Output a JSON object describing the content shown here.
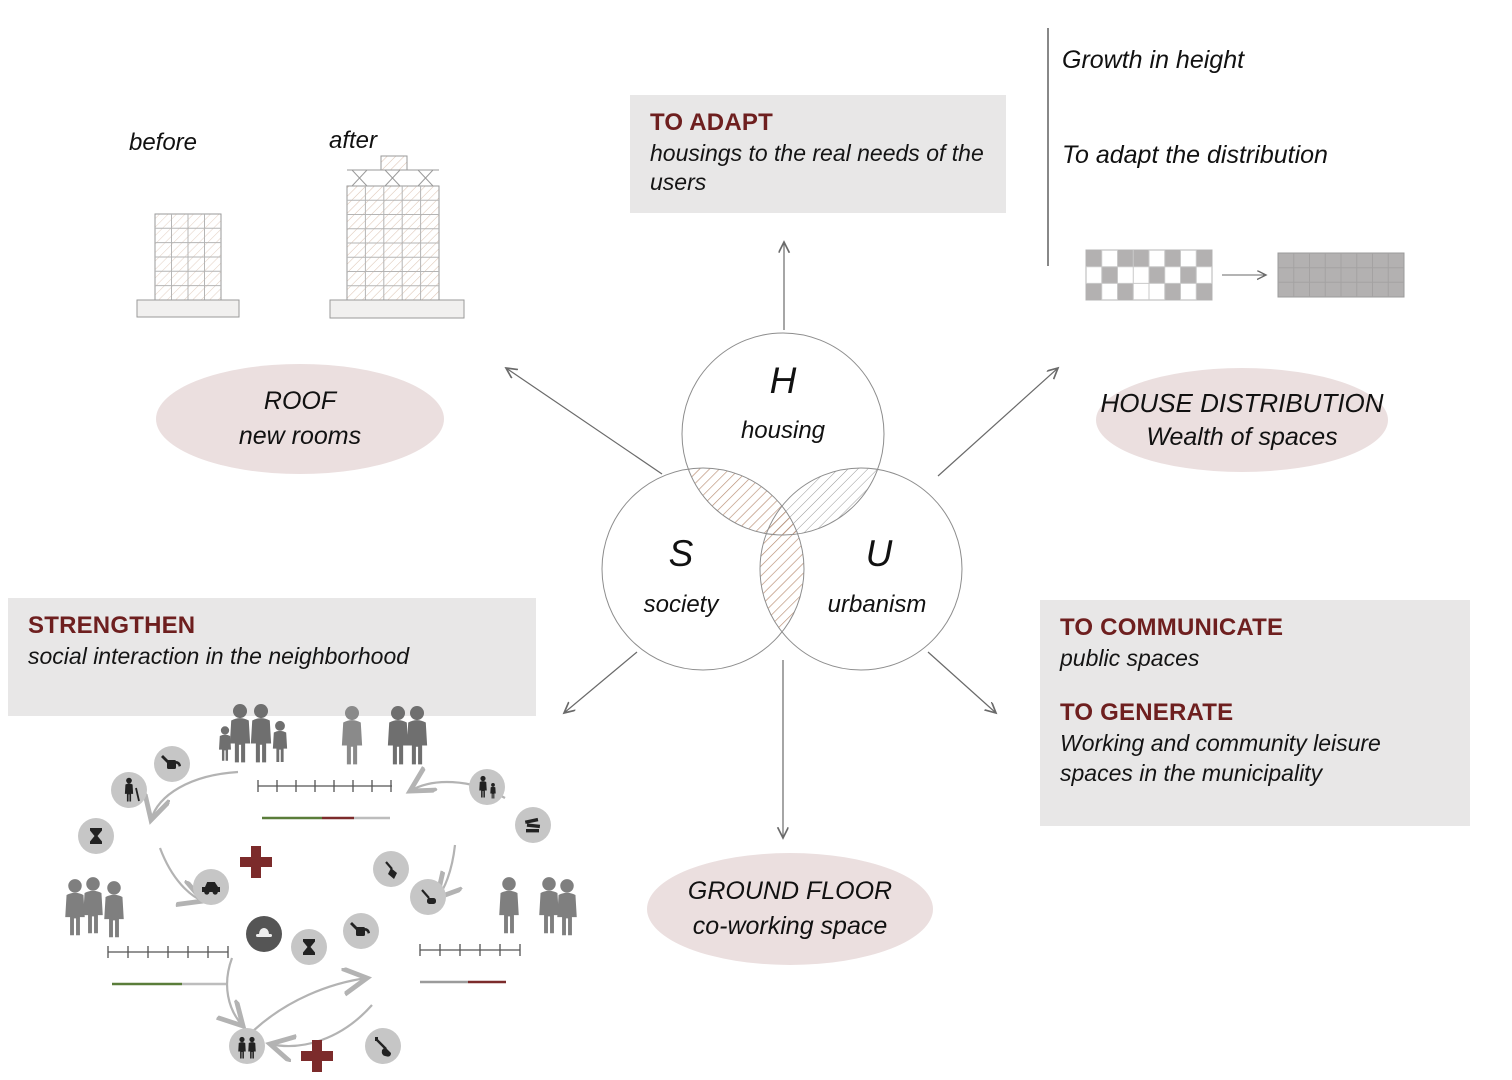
{
  "before_after": {
    "before": "before",
    "after": "after"
  },
  "top_right_notes": {
    "note1": "Growth in height",
    "note2": "To adapt the distribution"
  },
  "venn": {
    "housing_letter": "H",
    "housing_label": "housing",
    "society_letter": "S",
    "society_label": "society",
    "urbanism_letter": "U",
    "urbanism_label": "urbanism"
  },
  "boxes": {
    "to_adapt": {
      "title": "TO ADAPT",
      "body": "housings to the real needs of the users"
    },
    "strengthen": {
      "title": "STRENGTHEN",
      "body": "social interaction in the neighborhood"
    },
    "to_communicate": {
      "title": "TO COMMUNICATE",
      "body": "public spaces"
    },
    "to_generate": {
      "title": "TO GENERATE",
      "body": "Working and community leisure spaces in the municipality"
    }
  },
  "ellipses": {
    "roof": {
      "title": "ROOF",
      "subtitle": "new rooms"
    },
    "house_distribution": {
      "title": "HOUSE DISTRIBUTION",
      "subtitle": "Wealth of spaces"
    },
    "ground_floor": {
      "title": "GROUND FLOOR",
      "subtitle": "co-working space"
    }
  },
  "icons": {
    "community_circle_icons": [
      "watering-can",
      "walking-person",
      "hourglass",
      "car",
      "parent-child",
      "books",
      "gardener",
      "vacuum-cleaner",
      "hat",
      "hourglass",
      "watering-can",
      "couple",
      "shovel"
    ],
    "cross_icon": "red-plus-cross",
    "silhouettes": [
      "family-group",
      "single-adult",
      "adult-pair",
      "elder-trio",
      "neighbor-group"
    ]
  },
  "colors": {
    "accent_maroon": "#6e1f1f",
    "box_gray": "#e8e7e7",
    "ellipse_pink": "#ebdfdf",
    "line_gray": "#8d8d8d",
    "hatch_red": "#b98d72",
    "silhouette_gray": "#7f7f7f",
    "cross_red": "#7c2b2b",
    "grid_gray": "#b3b1b1"
  }
}
